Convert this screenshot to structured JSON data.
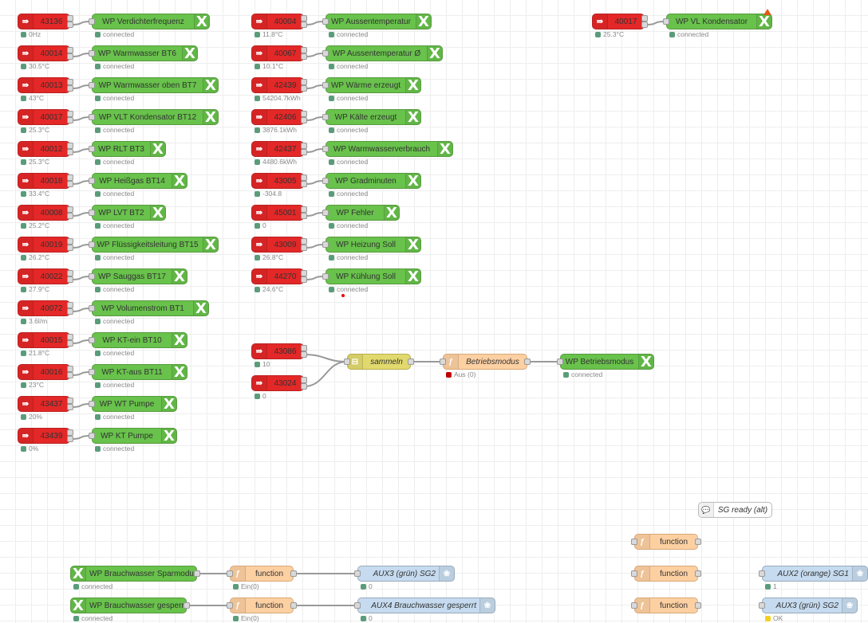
{
  "column1": [
    {
      "register": "43136",
      "value": "0Hz",
      "target": "WP Verdichterfrequenz",
      "status": "connected"
    },
    {
      "register": "40014",
      "value": "30.5°C",
      "target": "WP Warmwasser BT6",
      "status": "connected"
    },
    {
      "register": "40013",
      "value": "43°C",
      "target": "WP Warmwasser oben BT7",
      "status": "connected"
    },
    {
      "register": "40017",
      "value": "25.3°C",
      "target": "WP VLT Kondensator BT12",
      "status": "connected"
    },
    {
      "register": "40012",
      "value": "25.3°C",
      "target": "WP RLT BT3",
      "status": "connected"
    },
    {
      "register": "40018",
      "value": "33.4°C",
      "target": "WP Heißgas BT14",
      "status": "connected"
    },
    {
      "register": "40008",
      "value": "25.2°C",
      "target": "WP LVT BT2",
      "status": "connected"
    },
    {
      "register": "40019",
      "value": "26.2°C",
      "target": "WP Flüssigkeitsleitung BT15",
      "status": "connected"
    },
    {
      "register": "40022",
      "value": "27.9°C",
      "target": "WP Sauggas BT17",
      "status": "connected"
    },
    {
      "register": "40072",
      "value": "3.6l/m",
      "target": "WP Volumenstrom BT1",
      "status": "connected"
    },
    {
      "register": "40015",
      "value": "21.8°C",
      "target": "WP KT-ein BT10",
      "status": "connected"
    },
    {
      "register": "40016",
      "value": "23°C",
      "target": "WP KT-aus BT11",
      "status": "connected"
    },
    {
      "register": "43437",
      "value": "20%",
      "target": "WP WT Pumpe",
      "status": "connected"
    },
    {
      "register": "43439",
      "value": "0%",
      "target": "WP KT Pumpe",
      "status": "connected"
    }
  ],
  "column2": [
    {
      "register": "40004",
      "value": "11.8°C",
      "target": "WP Aussentemperatur",
      "status": "connected"
    },
    {
      "register": "40067",
      "value": "10.1°C",
      "target": "WP Aussentemperatur Ø",
      "status": "connected"
    },
    {
      "register": "42439",
      "value": "54204.7kWh",
      "target": "WP Wärme erzeugt",
      "status": "connected"
    },
    {
      "register": "42406",
      "value": "3876.1kWh",
      "target": "WP Kälte erzeugt",
      "status": "connected"
    },
    {
      "register": "42437",
      "value": "4480.6kWh",
      "target": "WP Warmwasserverbrauch",
      "status": "connected"
    },
    {
      "register": "43005",
      "value": "-304.8",
      "target": "WP Gradminuten",
      "status": "connected"
    },
    {
      "register": "45001",
      "value": "0",
      "target": "WP Fehler",
      "status": "connected"
    },
    {
      "register": "43009",
      "value": "26.8°C",
      "target": "WP Heizung Soll",
      "status": "connected"
    },
    {
      "register": "44270",
      "value": "24.6°C",
      "target": "WP Kühlung Soll",
      "status": "connected"
    }
  ],
  "column3": [
    {
      "register": "40017",
      "value": "25.3°C",
      "target": "WP VL Kondensator",
      "status": "connected"
    }
  ],
  "mode_flow": {
    "inputs": [
      {
        "register": "43086",
        "value": "10"
      },
      {
        "register": "43024",
        "value": "0"
      }
    ],
    "join": "sammeln",
    "function": {
      "label": "Betriebsmodus",
      "status": "Aus (0)"
    },
    "output": {
      "label": "WP Betriebsmodus",
      "status": "connected"
    }
  },
  "bottom_flows": [
    {
      "source": "WP Brauchwasser Sparmodus",
      "source_status": "connected",
      "function": "function",
      "function_status": "Ein(0)",
      "gpio": "AUX3 (grün) SG2",
      "gpio_status": "0"
    },
    {
      "source": "WP Brauchwasser gesperrt",
      "source_status": "connected",
      "function": "function",
      "function_status": "Ein(0)",
      "gpio": "AUX4 Brauchwasser gesperrt",
      "gpio_status": "0"
    }
  ],
  "sg_ready": {
    "comment": "SG ready (alt)",
    "functions": [
      "function",
      "function",
      "function"
    ],
    "gpios": [
      {
        "label": "AUX2 (orange) SG1",
        "status": "1"
      },
      {
        "label": "AUX3 (grün) SG2",
        "status": "OK"
      }
    ]
  },
  "colors": {
    "inject": "#e42727",
    "mqtt": "#68c24b",
    "function": "#fdd0a2",
    "join": "#e2d96e",
    "gpio": "#c6dbef",
    "status_ok": "#5a9c7a",
    "status_red": "#c00000",
    "status_yellow": "#f2d022"
  }
}
